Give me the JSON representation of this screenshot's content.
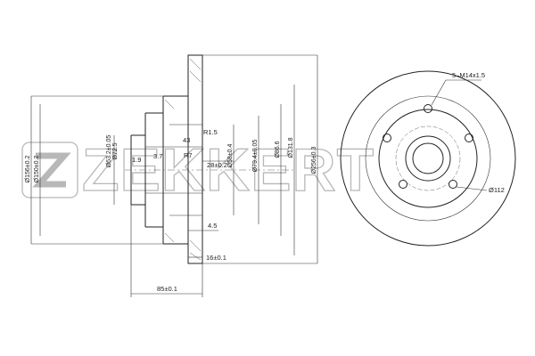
{
  "brand": {
    "watermark": "ZEKKERT"
  },
  "side_view": {
    "dim_hub_width": "43",
    "dim_inner_bore": "Ø58±0.4",
    "dim_pcd_bore": "Ø79.4±0.05",
    "dim_hat": "Ø86.6",
    "dim_inner_face": "Ø131.8",
    "dim_outer_dia": "Ø256±0.3",
    "dim_outer_left": "Ø156±0.2",
    "dim_outer_left2": "Ø150±0.2",
    "dim_bearing1": "Ø63.2±0.05",
    "dim_bearing2": "Ø72.5",
    "dim_chamfer": "1.9",
    "dim_step": "3.7",
    "dim_r": "R1.5",
    "dim_r2": "R7",
    "dim_depth": "28±0.2",
    "dim_gap": "4.5",
    "dim_thickness": "16±0.1",
    "dim_total": "85±0.1"
  },
  "front_view": {
    "bolt_label": "5–M14x1.5",
    "pcd_label": "Ø112"
  }
}
